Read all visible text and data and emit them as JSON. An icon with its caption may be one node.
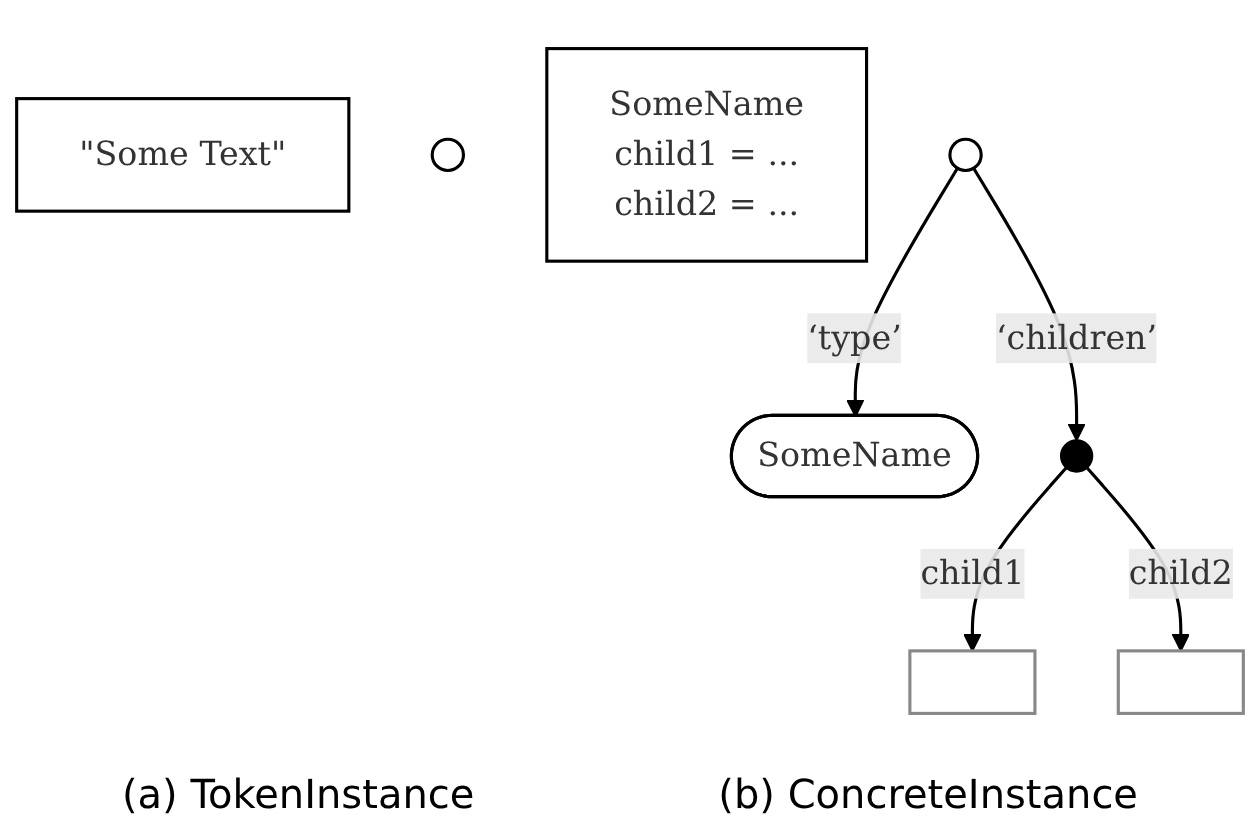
{
  "diagram": {
    "nodes": [
      {
        "text": [
          "\"Some Text\""
        ]
      },
      {
        "text": [],
        "shape": "circle"
      },
      {
        "text": [
          "SomeName",
          "child1 = ...",
          "child2 = ..."
        ]
      },
      {
        "text": [],
        "shape": "circle"
      },
      {
        "text": [
          "SomeName"
        ]
      },
      {
        "text": [],
        "shape": "circle"
      },
      {
        "text": [],
        "shape": "box"
      },
      {
        "text": [],
        "shape": "box"
      }
    ],
    "edges": [
      {
        "from": 3,
        "to": 4,
        "arrow": "to",
        "label": "‘type’"
      },
      {
        "from": 3,
        "to": 5,
        "arrow": "to",
        "label": "‘children’"
      },
      {
        "from": 5,
        "to": 6,
        "arrow": "to",
        "label": "child1"
      },
      {
        "from": 5,
        "to": 7,
        "arrow": "to",
        "label": "child2"
      }
    ],
    "labels": [
      "(a) TokenInstance",
      "(b) ConcreteInstance"
    ]
  }
}
